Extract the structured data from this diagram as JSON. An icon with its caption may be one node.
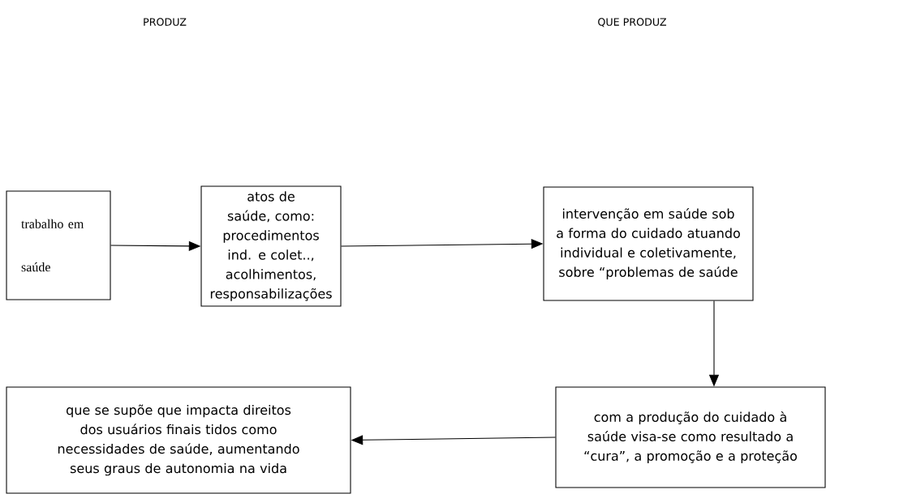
{
  "diagram": {
    "nodes": [
      {
        "text": [
          "trabalho em saúde"
        ]
      },
      {
        "text": [
          "atos de saúde, como: procedimentos ind. e colet.., acolhimentos, responsabilizações"
        ]
      },
      {
        "text": [
          "intervenção em saúde sob a forma do cuidado atuando individual e coletivamente, sobre “problemas de saúde"
        ]
      },
      {
        "text": [
          "com a produção do cuidado à saúde visa-se como resultado a “cura”, a promoção e a proteção"
        ]
      },
      {
        "text": [
          "que se supõe que impacta direitos dos usuários finais tidos como necessidades de saúde, aumentando seus graus de autonomia na vida"
        ]
      }
    ],
    "edges": [
      {
        "from": 0,
        "to": 1,
        "arrow": "to"
      },
      {
        "from": 1,
        "to": 2,
        "arrow": "to"
      },
      {
        "from": 2,
        "to": 3,
        "arrow": "to"
      },
      {
        "from": 3,
        "to": 4,
        "arrow": "to"
      }
    ],
    "labels": [
      "PRODUZ",
      "QUE PRODUZ"
    ]
  }
}
